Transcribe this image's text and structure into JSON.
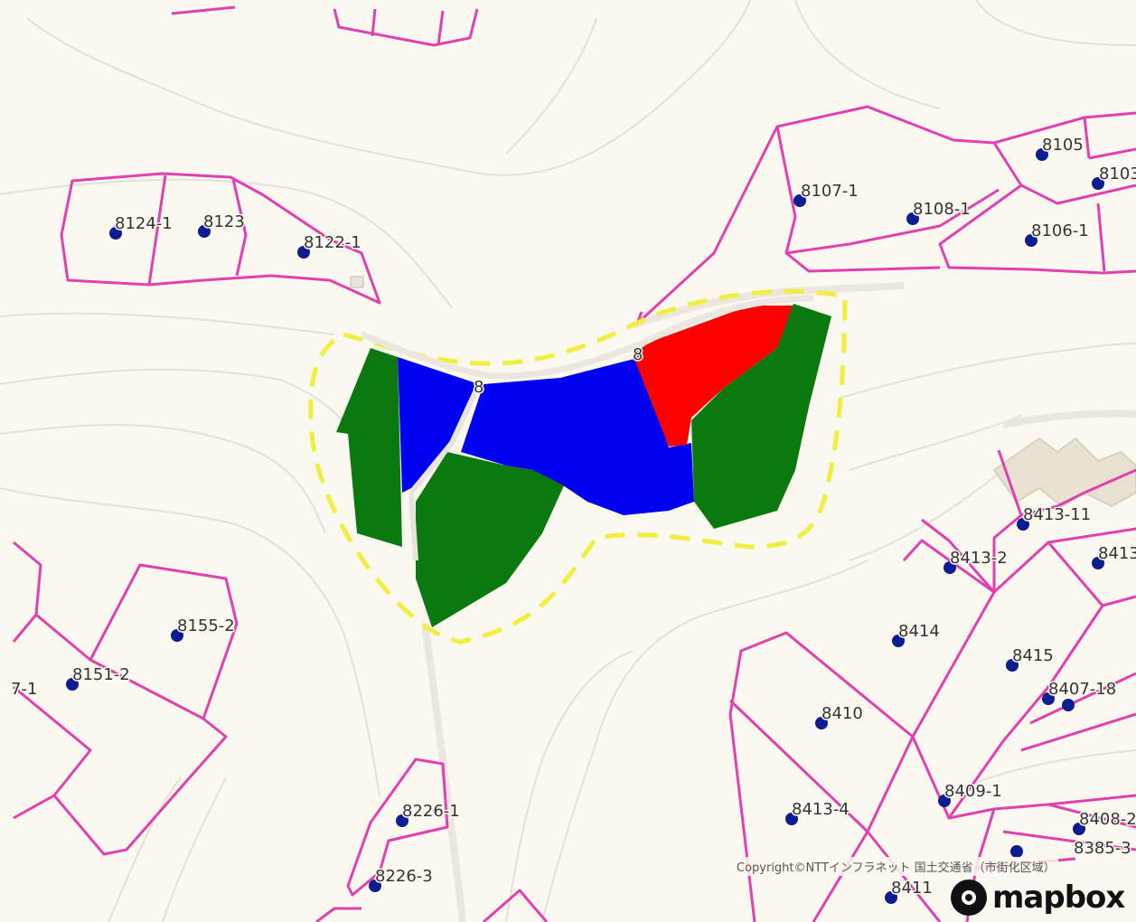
{
  "colors": {
    "background": "#fbf8f0",
    "parcel_border": "#e040b0",
    "parcel_dot": "#0b1d8f",
    "area_green": "#0a7a10",
    "area_blue": "#0000f0",
    "area_red": "#ff0000",
    "survey_boundary": "#f2ee40"
  },
  "parcels": [
    {
      "label": "8124-1"
    },
    {
      "label": "8123"
    },
    {
      "label": "8122-1"
    },
    {
      "label": "8107-1"
    },
    {
      "label": "8108-1"
    },
    {
      "label": "8105"
    },
    {
      "label": "8103"
    },
    {
      "label": "8106-1"
    },
    {
      "label": "8413-11"
    },
    {
      "label": "8413-2"
    },
    {
      "label": "8413"
    },
    {
      "label": "8414"
    },
    {
      "label": "8415"
    },
    {
      "label": "8407-18"
    },
    {
      "label": "8410"
    },
    {
      "label": "8409-1"
    },
    {
      "label": "8413-4"
    },
    {
      "label": "8408-2"
    },
    {
      "label": "8385-3"
    },
    {
      "label": "8411"
    },
    {
      "label": "8155-2"
    },
    {
      "label": "8151-2"
    },
    {
      "label": "7-1"
    },
    {
      "label": "8226-1"
    },
    {
      "label": "8226-3"
    }
  ],
  "center_labels": {
    "left": "8",
    "right": "8"
  },
  "attribution": {
    "copyright": "Copyright©NTTインフラネット 国土交通省（市街化区域）",
    "logo_text": "mapbox",
    "logo_icon": "mapbox-logo-icon"
  }
}
